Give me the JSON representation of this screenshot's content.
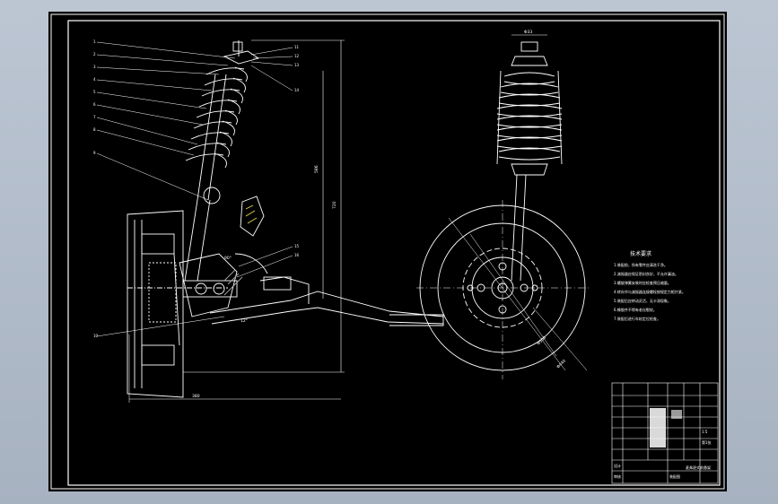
{
  "drawing": {
    "title_text": "技术要求",
    "requirements": [
      "1.装配前，所有零件应清洗干净。",
      "2.减振器应保证密封良好，不允许漏油。",
      "3.螺旋弹簧安装时应检查预压缩量。",
      "4.转向节与减振器连接螺栓按规定力矩拧紧。",
      "5.装配后应转动灵活，无卡滞现象。",
      "6.橡胶件不得有老化裂纹。",
      "7.装配后进行车轮定位检查。"
    ],
    "dims": {
      "top_width": "Φ33",
      "height_total": "720",
      "height_inner": "586",
      "bottom_width": "380",
      "angle": "12°",
      "angle2": "90°",
      "dia1": "Φ560",
      "dia2": "Φ440"
    },
    "balloons": [
      "1",
      "2",
      "3",
      "4",
      "5",
      "6",
      "7",
      "8",
      "9",
      "10",
      "11",
      "12",
      "13",
      "14",
      "15",
      "16"
    ],
    "title_block": {
      "name": "麦弗逊式前悬架",
      "drawing_no": "装配图",
      "scale": "1:5",
      "sheet": "第1张",
      "material": "",
      "designer": "设计",
      "checker": "审核"
    }
  }
}
